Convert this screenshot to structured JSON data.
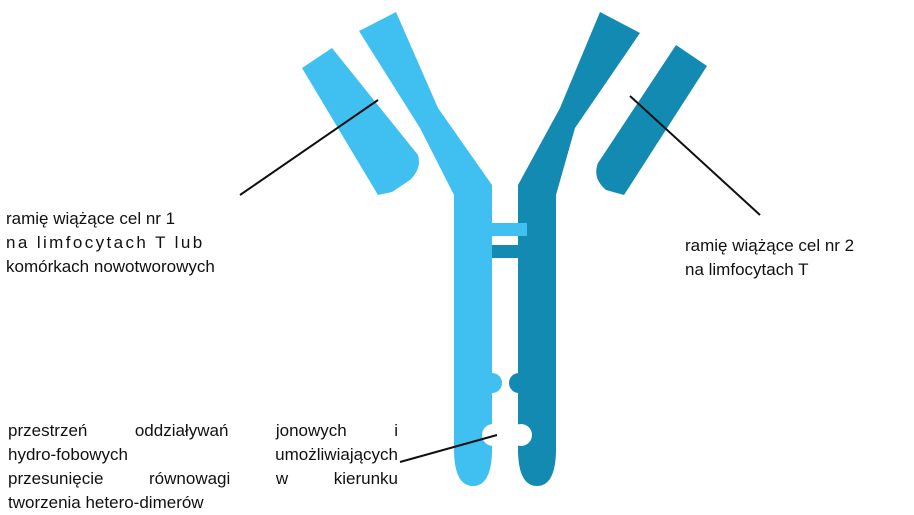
{
  "colors": {
    "chain_light": "#40c0f0",
    "chain_dark": "#138ab1",
    "leader_line": "#111111",
    "text": "#111111",
    "background": "#ffffff"
  },
  "labels": {
    "arm1": [
      "ramię wiążące cel nr 1",
      "na limfocytach T lub",
      "komórkach nowotworowych"
    ],
    "arm2": [
      "ramię wiążące cel nr 2",
      "na limfocytach T"
    ],
    "interface": [
      "przestrzeń oddziaływań jonowych i",
      "hydro-fobowych umożliwiających",
      "przesunięcie równowagi w kierunku",
      "tworzenia hetero-dimerów"
    ]
  }
}
